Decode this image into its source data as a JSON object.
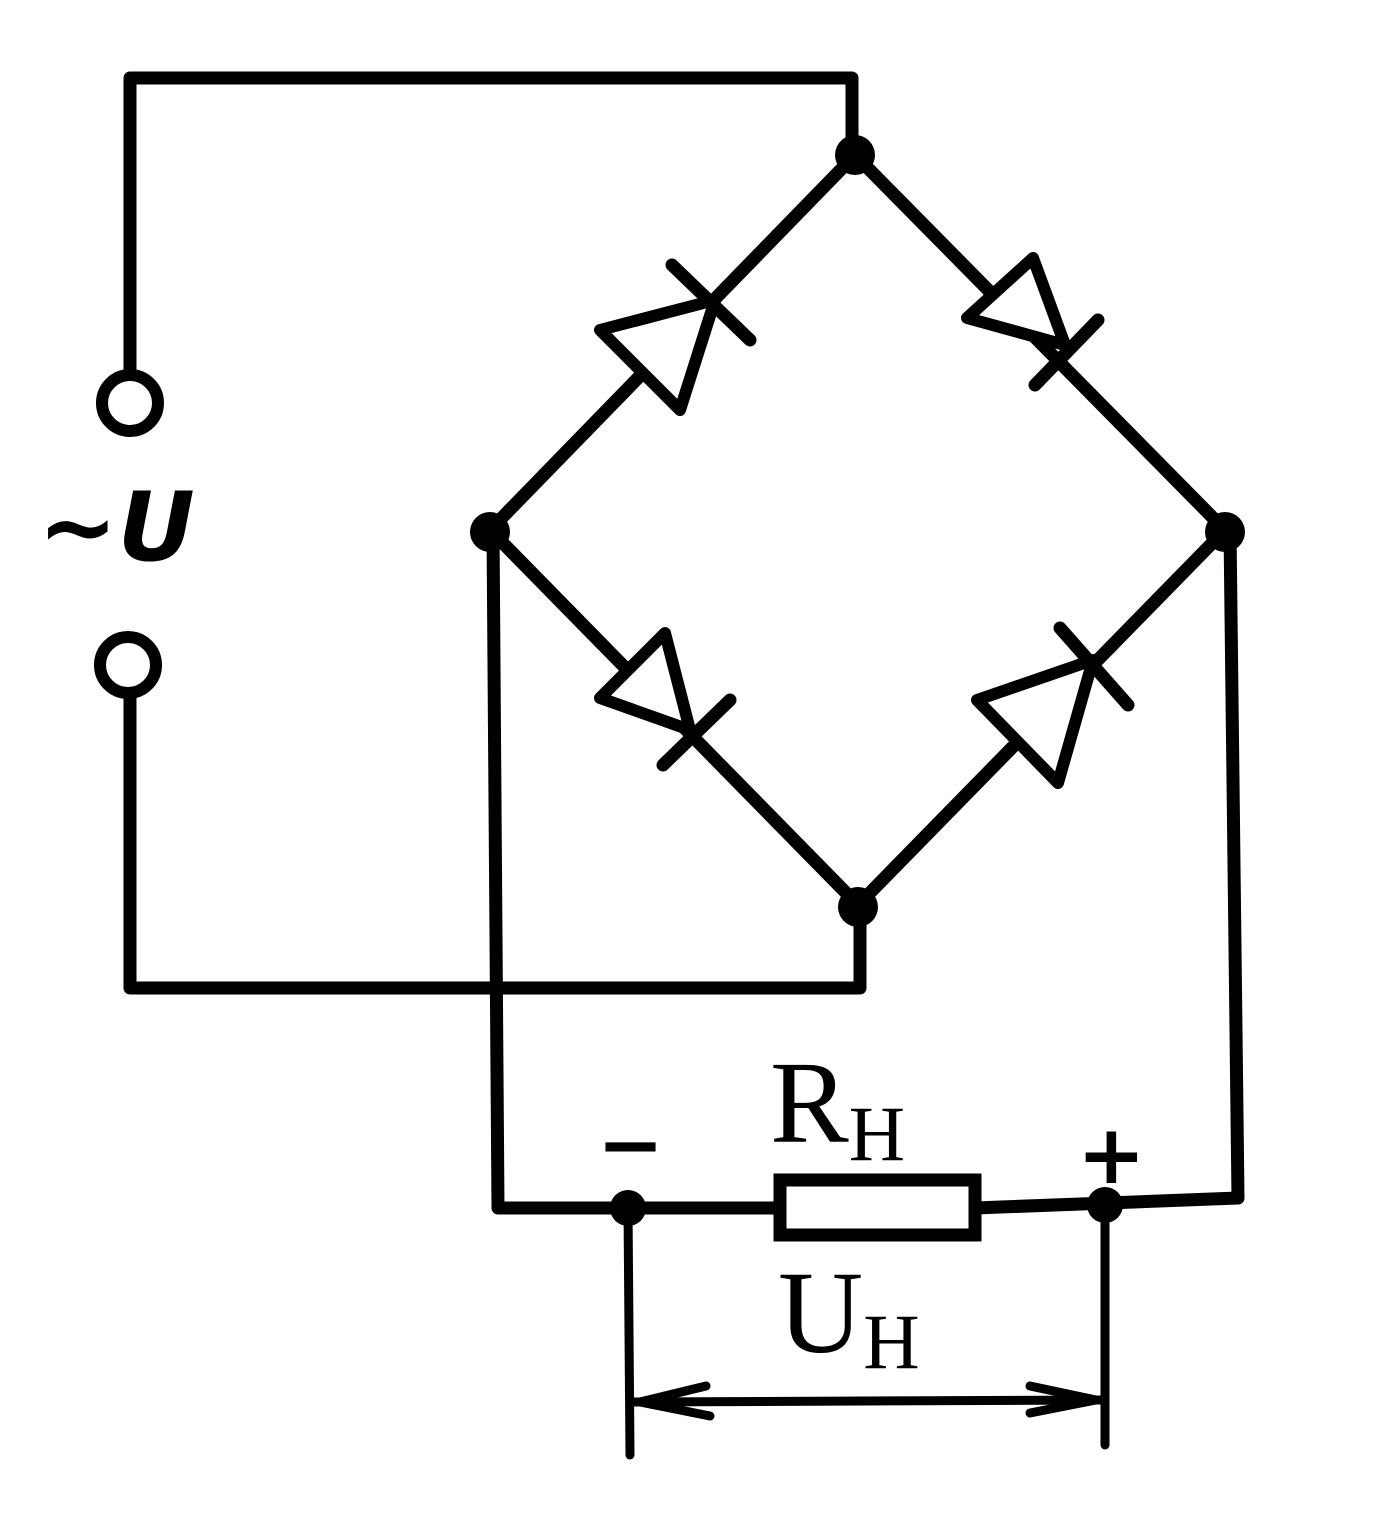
{
  "source": {
    "label": "~U"
  },
  "load": {
    "resistor_main": "R",
    "resistor_sub": "H",
    "voltage_main": "U",
    "voltage_sub": "H",
    "minus_sign": "−",
    "plus_sign": "+"
  }
}
